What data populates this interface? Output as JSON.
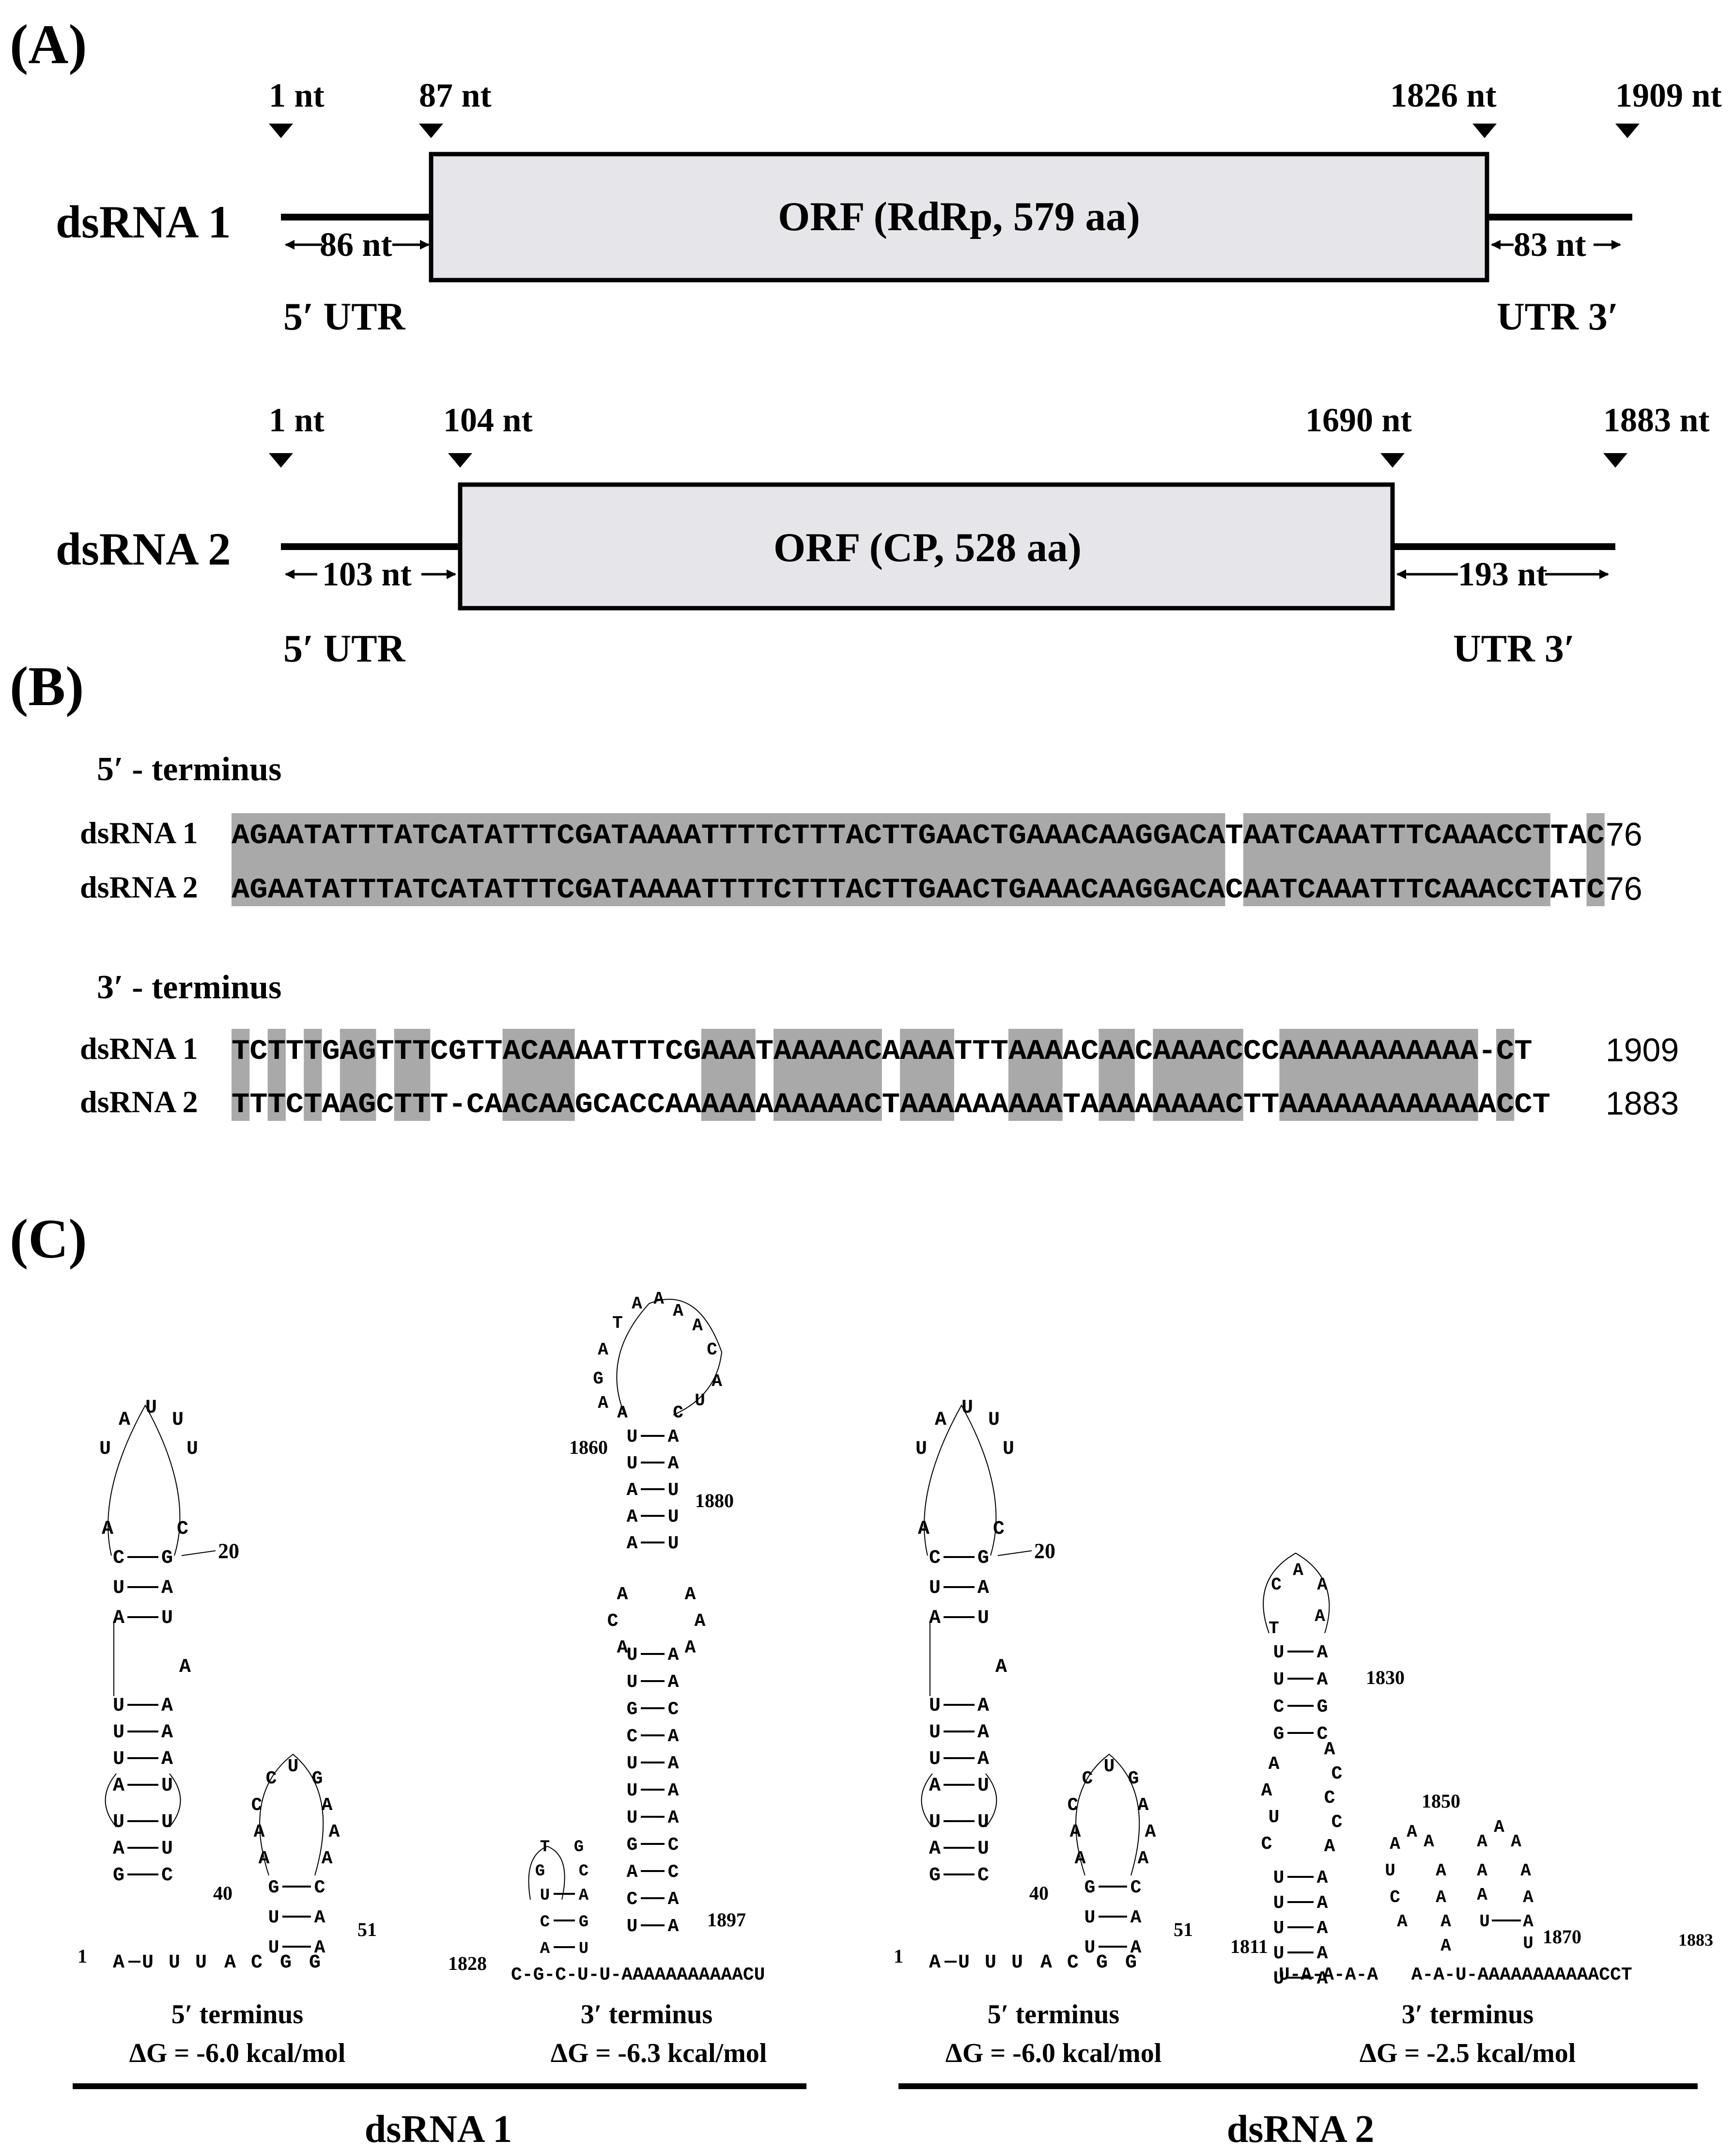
{
  "panels": {
    "A": "(A)",
    "B": "(B)",
    "C": "(C)"
  },
  "panel_a": {
    "dsrna1": {
      "name": "dsRNA 1",
      "markers": [
        "1 nt",
        "87 nt",
        "1826 nt",
        "1909 nt"
      ],
      "orf_label": "ORF (RdRp, 579 aa)",
      "utr5_len": "86 nt",
      "utr3_len": "83 nt",
      "utr5_label": "5′ UTR",
      "utr3_label": "UTR 3′"
    },
    "dsrna2": {
      "name": "dsRNA 2",
      "markers": [
        "1 nt",
        "104 nt",
        "1690 nt",
        "1883 nt"
      ],
      "orf_label": "ORF (CP, 528 aa)",
      "utr5_len": "103 nt",
      "utr3_len": "193 nt",
      "utr5_label": "5′ UTR",
      "utr3_label": "UTR 3′"
    }
  },
  "panel_b": {
    "five_prime": {
      "title": "5′ - terminus",
      "rows": [
        {
          "name": "dsRNA 1",
          "seq": "AGAATATTTATCATATTTCGATAAAATTTTCTTTACTTGAACTGAAACAAGGACATAATCAAATTTCAAACCTTAC",
          "end": "76"
        },
        {
          "name": "dsRNA 2",
          "seq": "AGAATATTTATCATATTTCGATAAAATTTTCTTTACTTGAACTGAAACAAGGACACAATCAAATTTCAAACCTATC",
          "end": "76"
        }
      ]
    },
    "three_prime": {
      "title": "3′ - terminus",
      "rows": [
        {
          "name": "dsRNA 1",
          "seq": "TCTTTGAGTTTCGTTACAAAATTTCGAAATAAAAACAAAATTTAAAACAACAAAACCCAAAAAAAAAAA-CT",
          "end": "1909"
        },
        {
          "name": "dsRNA 2",
          "seq": "TTTCTAAGCTTT-CAACAAGCACCAAAAAAAAAAACTAAAAAAAAATAAAAAAAACTTAAAAAAAAAAAACCT",
          "end": "1883"
        }
      ]
    }
  },
  "panel_c": {
    "captions": [
      {
        "title": "5′ terminus",
        "dg": "ΔG = -6.0 kcal/mol"
      },
      {
        "title": "3′ terminus",
        "dg": "ΔG = -6.3 kcal/mol"
      },
      {
        "title": "5′ terminus",
        "dg": "ΔG = -6.0 kcal/mol"
      },
      {
        "title": "3′ terminus",
        "dg": "ΔG = -2.5 kcal/mol"
      }
    ],
    "group_labels": [
      "dsRNA 1",
      "dsRNA 2"
    ],
    "structure_5p": {
      "pos_1": "1",
      "pos_20": "20",
      "pos_40": "40",
      "pos_51": "51",
      "loop_top": [
        "A",
        "U",
        "U",
        "U",
        "U",
        "C",
        "A"
      ],
      "stem_pairs": [
        [
          "C",
          "G"
        ],
        [
          "U",
          "A"
        ],
        [
          "A",
          "U"
        ],
        [
          "U",
          "A"
        ],
        [
          "U",
          "A"
        ],
        [
          "U",
          "A"
        ],
        [
          "A",
          "U"
        ],
        [
          "U",
          "U"
        ],
        [
          "A",
          "U"
        ],
        [
          "G",
          "C"
        ]
      ],
      "bulge": "A",
      "base": [
        "A",
        "U",
        "U",
        "U",
        "A",
        "C",
        "G",
        "G"
      ],
      "hp2_loop": [
        "C",
        "U",
        "G",
        "A",
        "A",
        "A",
        "C",
        "A",
        "A"
      ],
      "hp2_pairs": [
        [
          "G",
          "C"
        ],
        [
          "U",
          "A"
        ],
        [
          "U",
          "A"
        ]
      ]
    },
    "structure_3p_1": {
      "pos_1828": "1828",
      "pos_1860": "1860",
      "pos_1880": "1880",
      "pos_1897": "1897",
      "top_loop": [
        "A",
        "T",
        "A",
        "A",
        "A",
        "A",
        "C",
        "A",
        "U",
        "C",
        "G",
        "A",
        "A"
      ],
      "stem_pairs": [
        [
          "U",
          "A"
        ],
        [
          "U",
          "A"
        ],
        [
          "A",
          "U"
        ],
        [
          "A",
          "U"
        ],
        [
          "A",
          "U"
        ]
      ],
      "mid_left": [
        "A",
        "C",
        "A"
      ],
      "mid_right": [
        "A",
        "A",
        "A"
      ],
      "stem2_pairs": [
        [
          "U",
          "A"
        ],
        [
          "U",
          "A"
        ],
        [
          "G",
          "C"
        ],
        [
          "C",
          "A"
        ],
        [
          "U",
          "A"
        ],
        [
          "U",
          "A"
        ],
        [
          "U",
          "A"
        ],
        [
          "G",
          "C"
        ],
        [
          "A",
          "C"
        ],
        [
          "C",
          "A"
        ],
        [
          "U",
          "A"
        ]
      ],
      "small_loop": [
        "T",
        "G",
        "G",
        "C",
        "U",
        "A",
        "C",
        "G",
        "A",
        "U"
      ],
      "base": "C-G-C-U-U-AAAAAAAAAAACU"
    },
    "structure_3p_2": {
      "pos_1811": "1811",
      "pos_1830": "1830",
      "pos_1850": "1850",
      "pos_1870": "1870",
      "pos_1883": "1883",
      "top_loop": [
        "C",
        "A",
        "A",
        "T",
        "A"
      ],
      "stem_pairs": [
        [
          "U",
          "A"
        ],
        [
          "U",
          "A"
        ],
        [
          "C",
          "G"
        ],
        [
          "G",
          "C"
        ]
      ],
      "mid_left": [
        "A",
        "A",
        "U",
        "C"
      ],
      "mid_right": [
        "A",
        "C",
        "C",
        "C",
        "A"
      ],
      "stem2_pairs": [
        [
          "U",
          "A"
        ],
        [
          "U",
          "A"
        ],
        [
          "U",
          "A"
        ],
        [
          "U",
          "A"
        ],
        [
          "U",
          "A"
        ]
      ],
      "hp2": [
        "A",
        "A",
        "A",
        "U",
        "C",
        "A",
        "A",
        "A",
        "A",
        "A"
      ],
      "hp3": [
        "A",
        "A",
        "A",
        "A",
        "A",
        "A",
        "A",
        "U",
        "A",
        "U"
      ],
      "base": "U-A-A-A-A   A-A-U-AAAAAAAAAAACCT"
    }
  }
}
